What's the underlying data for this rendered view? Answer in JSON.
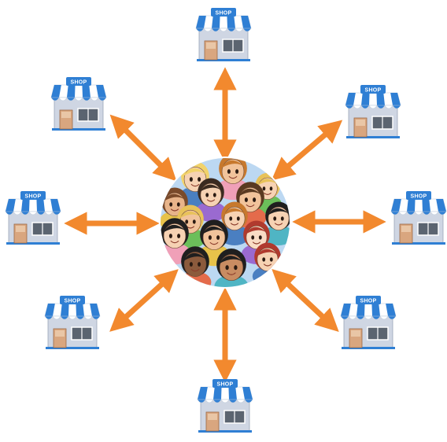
{
  "diagram": {
    "center": {
      "name": "crowd-of-people",
      "skin_tones": [
        "#f6d2b3",
        "#f1c39b",
        "#e8b48a",
        "#c98c62",
        "#8b5a3c",
        "#f9dcc4"
      ],
      "hair_colors": [
        "#f2d36b",
        "#7a4a2a",
        "#3b2a20",
        "#c7792e",
        "#1f1f1f",
        "#b03a2e",
        "#e8c25a",
        "#5a3a22"
      ],
      "shirt_colors": [
        "#4a7fc1",
        "#f0a0b8",
        "#6bbf5a",
        "#e7c24a",
        "#9a6ad0",
        "#e46b4b",
        "#4fb5c4"
      ]
    },
    "shops": [
      {
        "id": "top",
        "label": "SHOP"
      },
      {
        "id": "top-right",
        "label": "SHOP"
      },
      {
        "id": "right",
        "label": "SHOP"
      },
      {
        "id": "bottom-right",
        "label": "SHOP"
      },
      {
        "id": "bottom",
        "label": "SHOP"
      },
      {
        "id": "bottom-left",
        "label": "SHOP"
      },
      {
        "id": "left",
        "label": "SHOP"
      },
      {
        "id": "top-left",
        "label": "SHOP"
      }
    ],
    "arrows": {
      "style": "double-headed",
      "count": 8
    },
    "colors": {
      "arrow": "#f2892e",
      "awning_blue": "#2f7fd4",
      "awning_white": "#ffffff",
      "shop_wall": "#cfd6e3",
      "shop_door": "#d9a67f",
      "shop_window": "#5b6470",
      "sign_blue": "#2f7fd4",
      "circle_bg": "#bcd8f2"
    }
  }
}
